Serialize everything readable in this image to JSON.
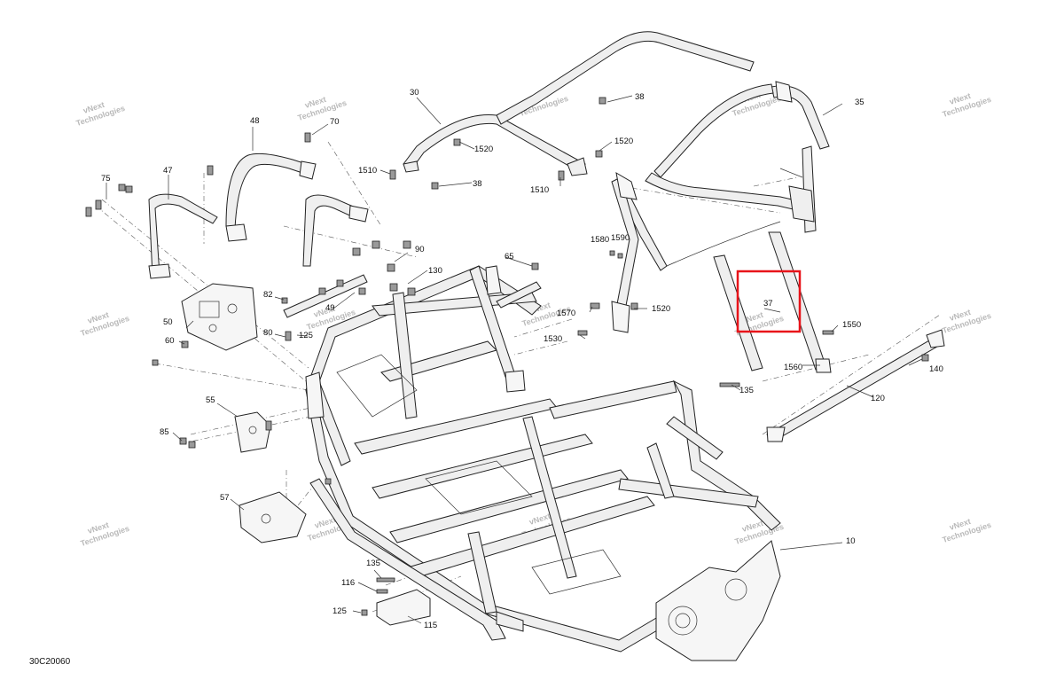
{
  "diagram": {
    "reference_code": "30C20060",
    "watermark_line1": "vNext",
    "watermark_line2": "Technologies",
    "highlight_color": "#e8141a",
    "highlighted_callout": "37",
    "callouts": [
      "10",
      "30",
      "35",
      "37",
      "38",
      "38",
      "47",
      "48",
      "49",
      "50",
      "55",
      "57",
      "60",
      "65",
      "70",
      "75",
      "80",
      "82",
      "85",
      "90",
      "115",
      "116",
      "120",
      "125",
      "125",
      "130",
      "135",
      "135",
      "140",
      "1510",
      "1510",
      "1520",
      "1520",
      "1520",
      "1530",
      "1550",
      "1560",
      "1570",
      "1580",
      "1590"
    ]
  }
}
